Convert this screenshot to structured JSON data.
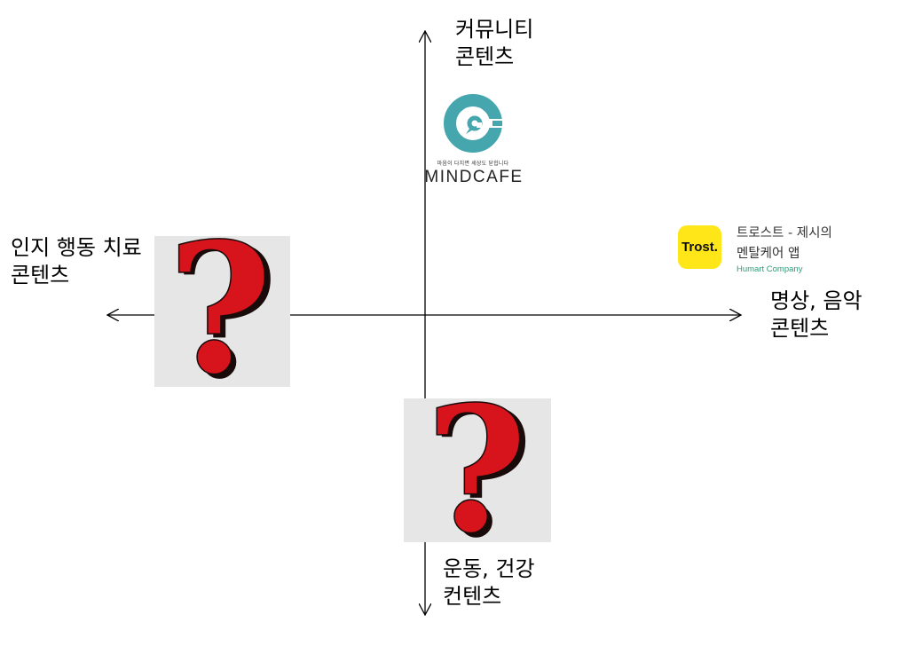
{
  "diagram": {
    "axis_top_label": "커뮤니티\n콘텐츠",
    "axis_bottom_label": "운동, 건강\n컨텐츠",
    "axis_left_label": "인지 행동 치료\n콘텐츠",
    "axis_right_label": "명상, 음악\n콘텐츠"
  },
  "mindcafe": {
    "tagline": "마음이 다치면 세상도 닫힙니다",
    "wordmark": "MINDCAFE",
    "color": "#45a6ad"
  },
  "trost": {
    "icon_text": "Trost.",
    "name": "트로스트 - 제시의\n멘탈케어 앱",
    "company": "Humart Company",
    "icon_color": "#ffe619"
  },
  "question_marks": {
    "glyph": "?",
    "red": "#d7141c",
    "outline": "#1a0b0b"
  }
}
